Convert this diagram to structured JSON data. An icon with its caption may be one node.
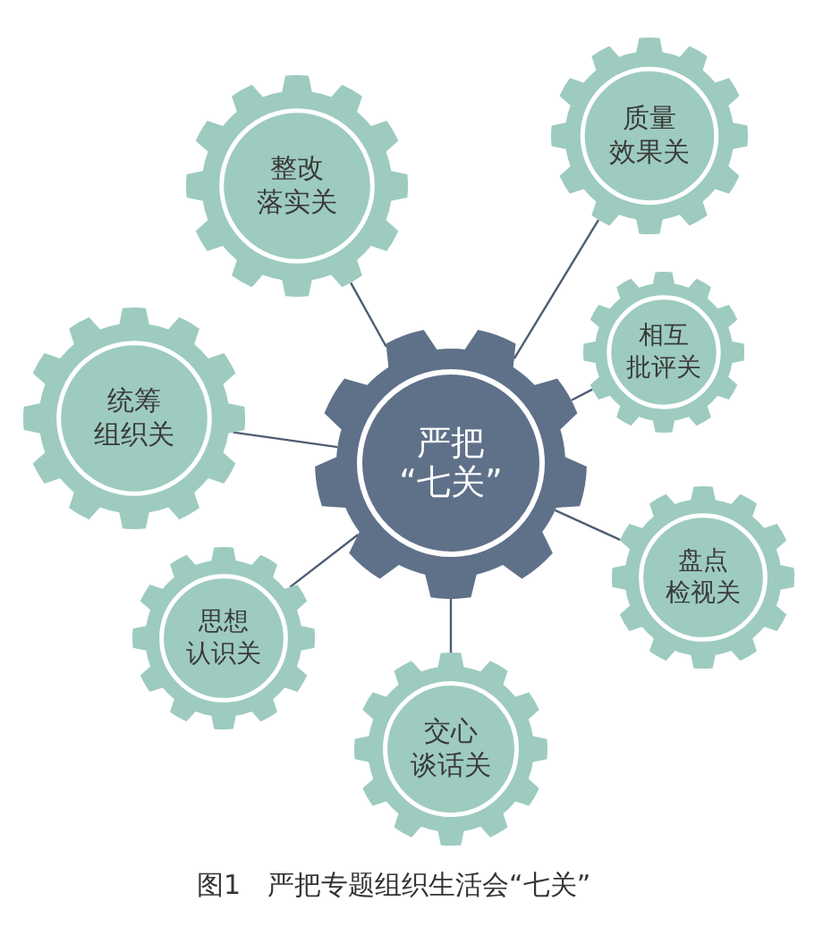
{
  "diagram": {
    "caption": "图1　严把专题组织生活会“七关”",
    "nodes": [
      {
        "text": [
          "严把“七关”"
        ]
      },
      {
        "text": [
          "整改落实关"
        ]
      },
      {
        "text": [
          "质量效果关"
        ]
      },
      {
        "text": [
          "相互批评关"
        ]
      },
      {
        "text": [
          "盘点检视关"
        ]
      },
      {
        "text": [
          "交心谈话关"
        ]
      },
      {
        "text": [
          "思想认识关"
        ]
      },
      {
        "text": [
          "统筹组织关"
        ]
      }
    ],
    "edges": [
      {
        "from": 0,
        "to": 1,
        "arrow": "none"
      },
      {
        "from": 0,
        "to": 2,
        "arrow": "none"
      },
      {
        "from": 0,
        "to": 3,
        "arrow": "none"
      },
      {
        "from": 0,
        "to": 4,
        "arrow": "none"
      },
      {
        "from": 0,
        "to": 5,
        "arrow": "none"
      },
      {
        "from": 0,
        "to": 6,
        "arrow": "none"
      },
      {
        "from": 0,
        "to": 7,
        "arrow": "none"
      }
    ]
  }
}
